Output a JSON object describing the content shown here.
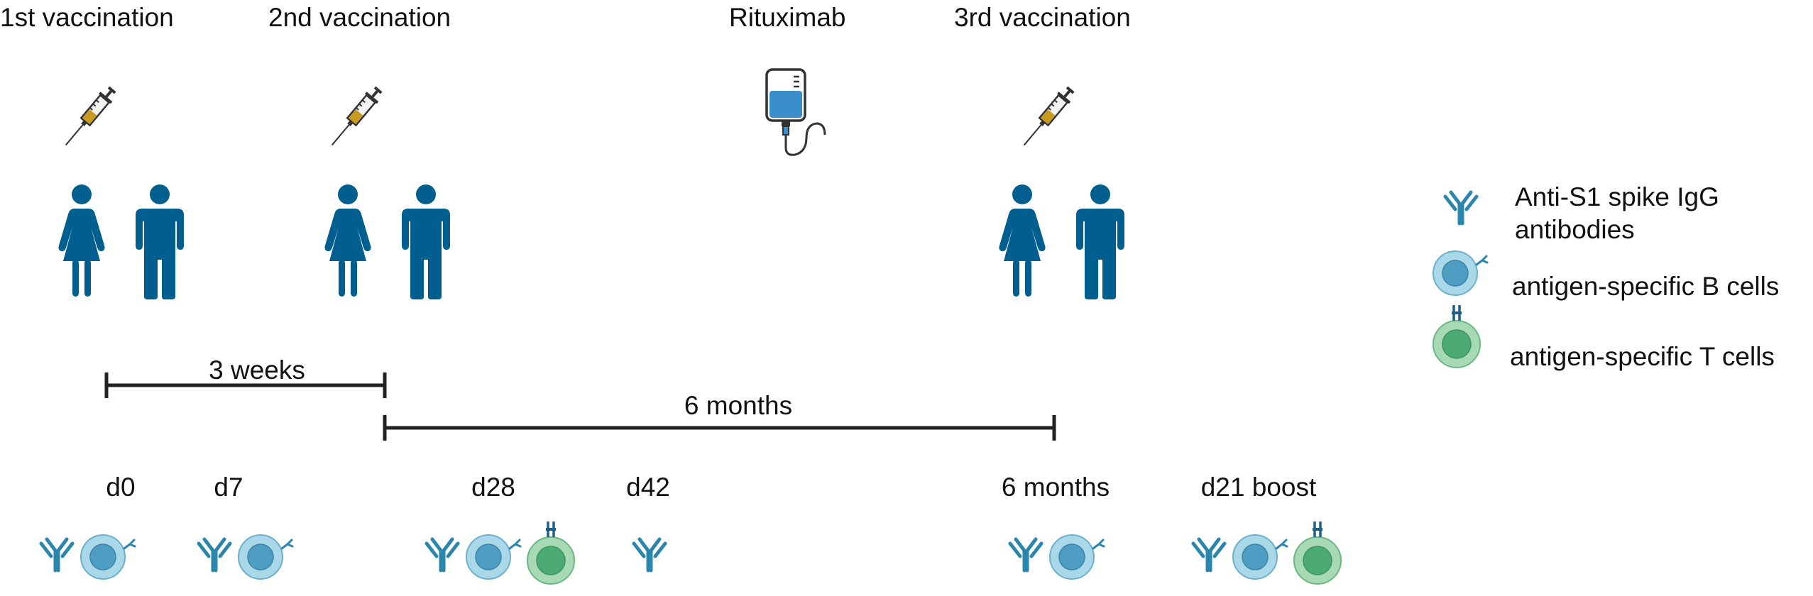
{
  "events": [
    {
      "label": "1st vaccination",
      "icon": "syringe-icon"
    },
    {
      "label": "2nd vaccination",
      "icon": "syringe-icon"
    },
    {
      "label": "Rituximab",
      "icon": "iv-bag-icon"
    },
    {
      "label": "3rd vaccination",
      "icon": "syringe-icon"
    }
  ],
  "intervals": [
    {
      "label": "3 weeks"
    },
    {
      "label": "6 months"
    }
  ],
  "timepoints": [
    {
      "label": "d0",
      "markers": [
        "antibody",
        "b-cell"
      ]
    },
    {
      "label": "d7",
      "markers": [
        "antibody",
        "b-cell"
      ]
    },
    {
      "label": "d28",
      "markers": [
        "antibody",
        "b-cell",
        "t-cell"
      ]
    },
    {
      "label": "d42",
      "markers": [
        "antibody"
      ]
    },
    {
      "label": "6 months",
      "markers": [
        "antibody",
        "b-cell"
      ]
    },
    {
      "label": "d21 boost",
      "markers": [
        "antibody",
        "b-cell",
        "t-cell"
      ]
    }
  ],
  "legend": {
    "antibody": "Anti-S1 spike IgG antibodies",
    "antibody_line1": "Anti-S1 spike IgG",
    "antibody_line2": "antibodies",
    "b_cell": "antigen-specific B cells",
    "t_cell": "antigen-specific T cells"
  },
  "colors": {
    "person": "#005f8f",
    "antibody": "#2b86ad",
    "b_cell_outer": "#a9d8e8",
    "b_cell_inner": "#4d9ec2",
    "t_cell_outer": "#a8d9b5",
    "t_cell_inner": "#4cab72",
    "syringe_liquid": "#c99a1e",
    "iv_fluid": "#3a8fcb",
    "line": "#222222"
  }
}
